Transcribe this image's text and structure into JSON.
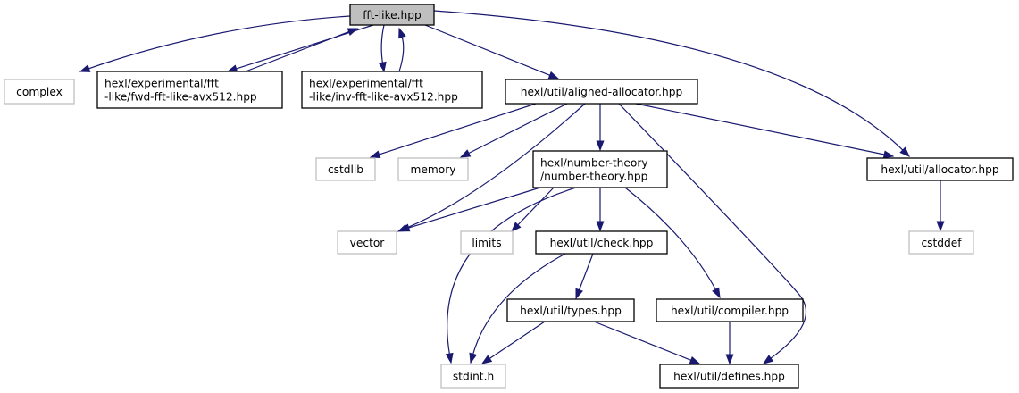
{
  "colors": {
    "edge": "#191970",
    "root_fill": "#bfbfbf",
    "node_border": "#000000",
    "system_border": "#bfbfbf",
    "text": "#000000"
  },
  "diagram": {
    "nodes": [
      {
        "id": "fft_like",
        "lines": [
          "fft-like.hpp"
        ],
        "kind": "root"
      },
      {
        "id": "complex",
        "lines": [
          "complex"
        ],
        "kind": "system"
      },
      {
        "id": "fwd_fft",
        "lines": [
          "hexl/experimental/fft",
          "-like/fwd-fft-like-avx512.hpp"
        ],
        "kind": "local"
      },
      {
        "id": "inv_fft",
        "lines": [
          "hexl/experimental/fft",
          "-like/inv-fft-like-avx512.hpp"
        ],
        "kind": "local"
      },
      {
        "id": "aligned_alloc",
        "lines": [
          "hexl/util/aligned-allocator.hpp"
        ],
        "kind": "local"
      },
      {
        "id": "cstdlib",
        "lines": [
          "cstdlib"
        ],
        "kind": "system"
      },
      {
        "id": "memory",
        "lines": [
          "memory"
        ],
        "kind": "system"
      },
      {
        "id": "number_theory",
        "lines": [
          "hexl/number-theory",
          "/number-theory.hpp"
        ],
        "kind": "local"
      },
      {
        "id": "allocator",
        "lines": [
          "hexl/util/allocator.hpp"
        ],
        "kind": "local"
      },
      {
        "id": "vector",
        "lines": [
          "vector"
        ],
        "kind": "system"
      },
      {
        "id": "limits",
        "lines": [
          "limits"
        ],
        "kind": "system"
      },
      {
        "id": "check",
        "lines": [
          "hexl/util/check.hpp"
        ],
        "kind": "local"
      },
      {
        "id": "cstddef",
        "lines": [
          "cstddef"
        ],
        "kind": "system"
      },
      {
        "id": "types",
        "lines": [
          "hexl/util/types.hpp"
        ],
        "kind": "local"
      },
      {
        "id": "compiler",
        "lines": [
          "hexl/util/compiler.hpp"
        ],
        "kind": "local"
      },
      {
        "id": "stdint",
        "lines": [
          "stdint.h"
        ],
        "kind": "system"
      },
      {
        "id": "defines",
        "lines": [
          "hexl/util/defines.hpp"
        ],
        "kind": "local"
      }
    ],
    "edges": [
      {
        "from": "fft_like",
        "to": "complex"
      },
      {
        "from": "fft_like",
        "to": "fwd_fft"
      },
      {
        "from": "fwd_fft",
        "to": "fft_like"
      },
      {
        "from": "fft_like",
        "to": "inv_fft"
      },
      {
        "from": "inv_fft",
        "to": "fft_like"
      },
      {
        "from": "fft_like",
        "to": "aligned_alloc"
      },
      {
        "from": "fft_like",
        "to": "allocator"
      },
      {
        "from": "aligned_alloc",
        "to": "cstdlib"
      },
      {
        "from": "aligned_alloc",
        "to": "memory"
      },
      {
        "from": "aligned_alloc",
        "to": "number_theory"
      },
      {
        "from": "aligned_alloc",
        "to": "allocator"
      },
      {
        "from": "aligned_alloc",
        "to": "vector"
      },
      {
        "from": "aligned_alloc",
        "to": "defines"
      },
      {
        "from": "number_theory",
        "to": "vector"
      },
      {
        "from": "number_theory",
        "to": "limits"
      },
      {
        "from": "number_theory",
        "to": "check"
      },
      {
        "from": "number_theory",
        "to": "compiler"
      },
      {
        "from": "number_theory",
        "to": "stdint"
      },
      {
        "from": "allocator",
        "to": "cstddef"
      },
      {
        "from": "check",
        "to": "types"
      },
      {
        "from": "check",
        "to": "stdint"
      },
      {
        "from": "types",
        "to": "stdint"
      },
      {
        "from": "types",
        "to": "defines"
      },
      {
        "from": "compiler",
        "to": "defines"
      }
    ]
  }
}
